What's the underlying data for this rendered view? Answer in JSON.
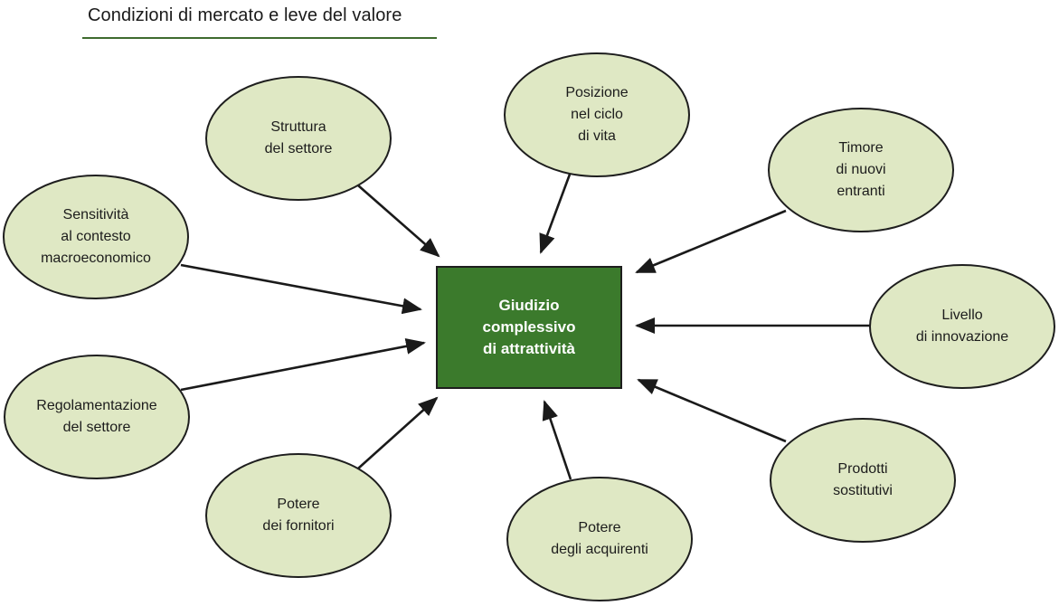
{
  "title": "Condizioni di mercato e leve del valore",
  "center": {
    "lines": [
      "Giudizio",
      "complessivo",
      "di attrattività"
    ]
  },
  "nodes": [
    {
      "id": "struttura",
      "lines": [
        "Struttura",
        "del settore"
      ]
    },
    {
      "id": "posizione",
      "lines": [
        "Posizione",
        "nel ciclo",
        "di vita"
      ]
    },
    {
      "id": "timore",
      "lines": [
        "Timore",
        "di nuovi",
        "entranti"
      ]
    },
    {
      "id": "sensitivita",
      "lines": [
        "Sensitività",
        "al contesto",
        "macroeconomico"
      ]
    },
    {
      "id": "livello",
      "lines": [
        "Livello",
        "di innovazione"
      ]
    },
    {
      "id": "regolamentazione",
      "lines": [
        "Regolamentazione",
        "del settore"
      ]
    },
    {
      "id": "prodotti",
      "lines": [
        "Prodotti",
        "sostitutivi"
      ]
    },
    {
      "id": "fornitori",
      "lines": [
        "Potere",
        "dei fornitori"
      ]
    },
    {
      "id": "acquirenti",
      "lines": [
        "Potere",
        "degli acquirenti"
      ]
    }
  ],
  "colors": {
    "ellipse_fill": "#dfe8c4",
    "ellipse_stroke": "#1e1e1e",
    "center_fill": "#3b7a2c",
    "arrow": "#1a1a1a",
    "rule": "#3e6b2e"
  }
}
